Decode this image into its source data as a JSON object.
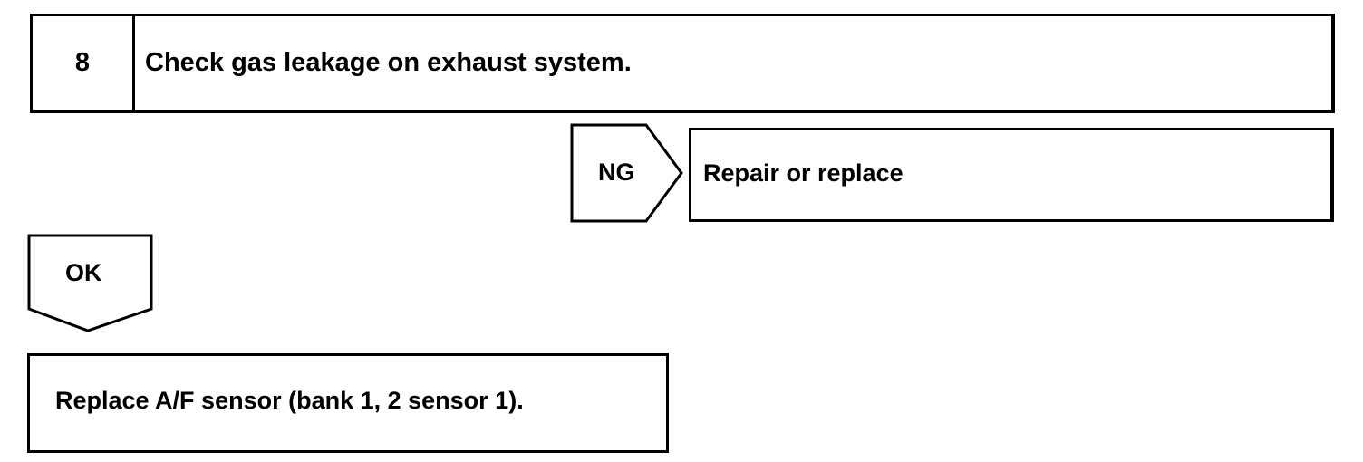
{
  "step": {
    "number": "8",
    "title": "Check gas leakage on exhaust system."
  },
  "ng_branch": {
    "label": "NG",
    "action": "Repair or replace"
  },
  "ok_branch": {
    "label": "OK",
    "action": "Replace A/F sensor (bank 1, 2 sensor 1)."
  }
}
